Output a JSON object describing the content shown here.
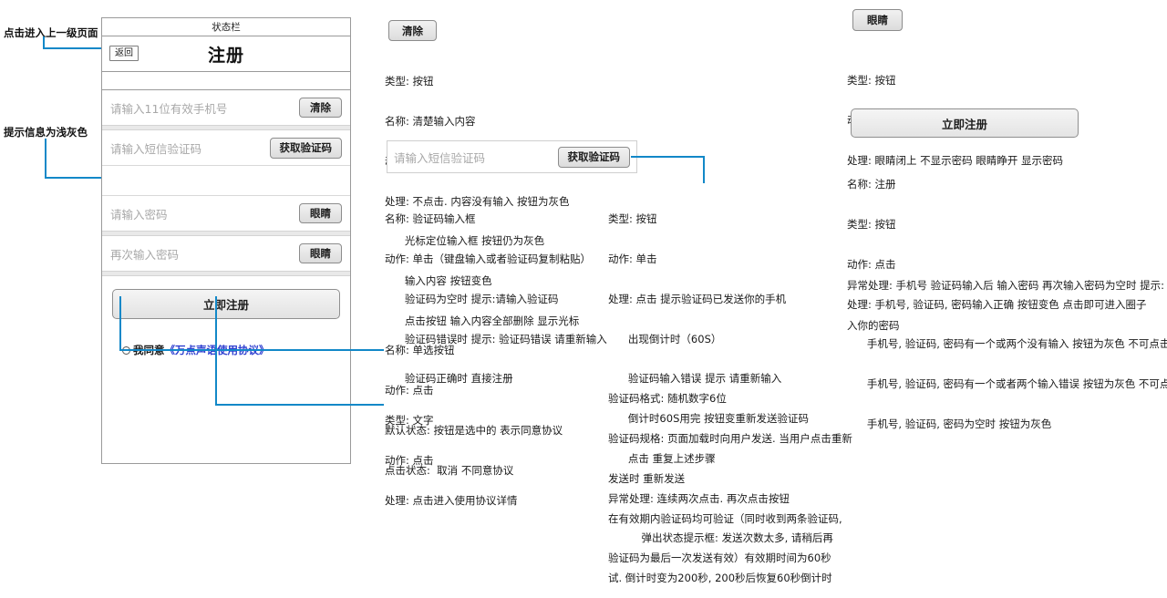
{
  "colors": {
    "connector": "#1288c8",
    "link": "#2f3fd0",
    "placeholder": "#a8a8a8",
    "frame_border": "#9a9a9a"
  },
  "callouts": {
    "back": "点击进入上一级页面",
    "hint_grey": "提示信息为浅灰色"
  },
  "phone": {
    "statusbar": "状态栏",
    "back_button": "返回",
    "title": "注册",
    "fields": [
      {
        "placeholder": "请输入11位有效手机号",
        "button": "清除"
      },
      {
        "placeholder": "请输入短信验证码",
        "button": "获取验证码"
      },
      {
        "placeholder": "请输入密码",
        "button": "眼睛"
      },
      {
        "placeholder": "再次输入密码",
        "button": "眼睛"
      }
    ],
    "register_button": "立即注册",
    "agree_label": "我同意",
    "agree_link": "《万点声语使用协议》"
  },
  "specs": {
    "clear_button": {
      "sample_label": "清除",
      "lines": [
        "类型: 按钮",
        "名称: 清楚输入内容",
        "动作: 点击",
        "处理: 不点击. 内容没有输入 按钮为灰色",
        "      光标定位输入框 按钮仍为灰色",
        "      输入内容 按钮变色",
        "      点击按钮 输入内容全部删除 显示光标"
      ]
    },
    "vcode_input": {
      "sample_placeholder": "请输入短信验证码",
      "sample_button": "获取验证码",
      "lines": [
        "名称: 验证码输入框",
        "动作: 单击（键盘输入或者验证码复制粘贴）",
        "      验证码为空时 提示:请输入验证码",
        "      验证码错误时 提示: 验证码错误 请重新输入",
        "      验证码正确时 直接注册"
      ]
    },
    "vcode_button": {
      "lines": [
        "类型: 按钮",
        "动作: 单击",
        "处理: 点击 提示验证码已发送你的手机",
        "      出现倒计时（60S）",
        "      验证码输入错误 提示 请重新输入",
        "      倒计时60S用完 按钮变重新发送验证码",
        "      点击 重复上述步骤",
        "异常处理: 连续两次点击. 再次点击按钮",
        "          弹出状态提示框: 发送次数太多, 请稍后再",
        "试. 倒计时变为200秒, 200秒后恢复60秒倒计时"
      ]
    },
    "radio": {
      "lines": [
        "名称: 单选按钮",
        "动作: 点击",
        "默认状态: 按钮是选中的 表示同意协议",
        "点击状态:  取消 不同意协议"
      ]
    },
    "agreement_text": {
      "lines": [
        "类型: 文字",
        "动作: 点击",
        "处理: 点击进入使用协议详情"
      ]
    },
    "vcode_format": {
      "lines": [
        "验证码格式: 随机数字6位",
        "验证码规格: 页面加载时向用户发送. 当用户点击重新",
        "发送时 重新发送",
        "在有效期内验证码均可验证（同时收到两条验证码,",
        "验证码为最后一次发送有效）有效期时间为60秒"
      ]
    },
    "eye_button": {
      "sample_label": "眼睛",
      "lines": [
        "类型: 按钮",
        "动作: 点击",
        "处理: 眼睛闭上 不显示密码 眼睛睁开 显示密码"
      ]
    },
    "register_button": {
      "sample_label": "立即注册",
      "lines": [
        "名称: 注册",
        "类型: 按钮",
        "动作: 点击",
        "处理: 手机号, 验证码, 密码输入正确 按钮变色 点击即可进入圈子",
        "      手机号, 验证码, 密码有一个或两个没有输入 按钮为灰色 不可点击",
        "      手机号, 验证码, 密码有一个或者两个输入错误 按钮为灰色 不可点击",
        "      手机号, 验证码, 密码为空时 按钮为灰色"
      ],
      "exception_lines": [
        "异常处理: 手机号 验证码输入后 输入密码 再次输入密码为空时 提示: 请再次输",
        "入你的密码"
      ]
    }
  }
}
